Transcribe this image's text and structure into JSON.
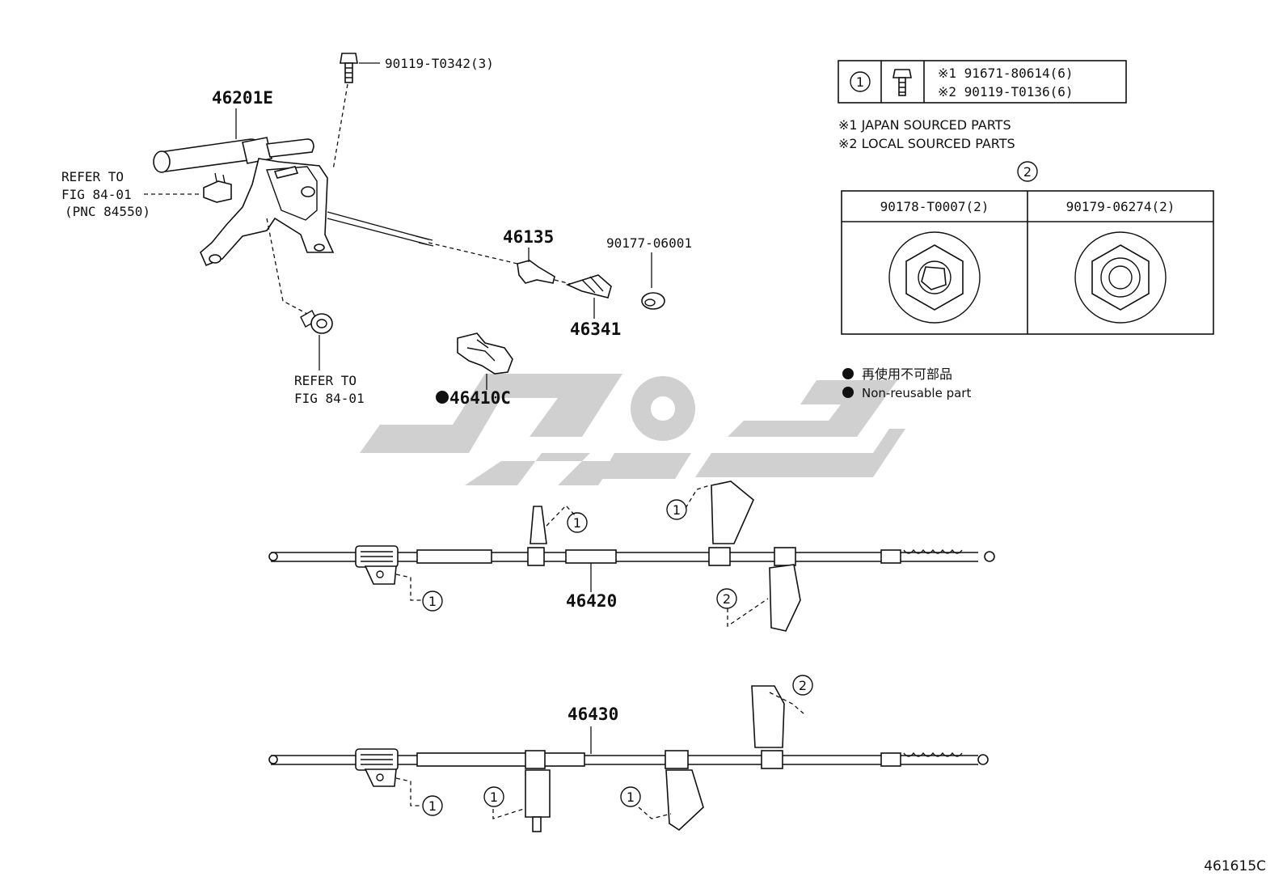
{
  "parts": {
    "lever": "46201E",
    "bolt_top": "90119-T0342(3)",
    "rod_part": "46135",
    "clip_part": "46341",
    "grommet": "90177-06001",
    "retainer": "46410C",
    "cable_front_right": "46420",
    "cable_left": "46430"
  },
  "refs": {
    "switch_ref_line1": "REFER TO",
    "switch_ref_line2": "FIG 84-01",
    "switch_ref_line3": "(PNC 84550)",
    "bolt_ref_line1": "REFER TO",
    "bolt_ref_line2": "FIG 84-01"
  },
  "table1": {
    "marker": "1",
    "row1": "※1 91671-80614(6)",
    "row2": "※2 90119-T0136(6)"
  },
  "notes": {
    "note1": "※1 JAPAN SOURCED PARTS",
    "note2": "※2 LOCAL SOURCED PARTS"
  },
  "table2": {
    "marker": "2",
    "col1": "90178-T0007(2)",
    "col2": "90179-06274(2)"
  },
  "legend": {
    "jp": "再使用不可部品",
    "en": "Non-reusable part"
  },
  "callouts": {
    "one": "1",
    "two": "2"
  },
  "footer": {
    "figure_code": "461615C"
  },
  "colors": {
    "line": "#111111",
    "watermark": "#c8c8c8"
  }
}
